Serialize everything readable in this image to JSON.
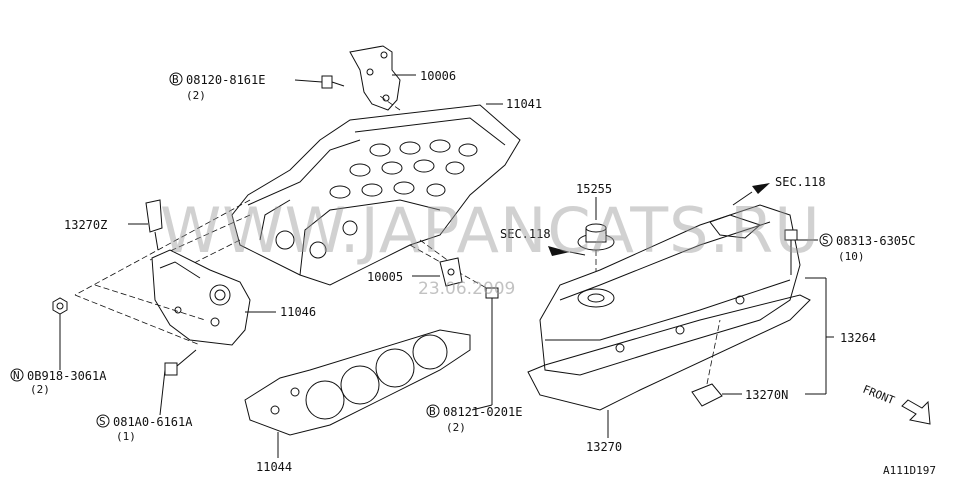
{
  "watermark": {
    "text": "WWW.JAPANCATS.RU",
    "date": "23.06.2009"
  },
  "parts": {
    "p10006": "10006",
    "p11041": "11041",
    "p13270z": "13270Z",
    "p10005": "10005",
    "p11046": "11046",
    "p11044": "11044",
    "p15255": "15255",
    "p13264": "13264",
    "p13270n": "13270N",
    "p13270": "13270"
  },
  "fasteners": {
    "b1": {
      "prefix": "B",
      "code": "08120-8161E",
      "qty": "(2)"
    },
    "n1": {
      "prefix": "N",
      "code": "0B918-3061A",
      "qty": "(2)"
    },
    "s1": {
      "prefix": "S",
      "code": "081A0-6161A",
      "qty": "(1)"
    },
    "b2": {
      "prefix": "B",
      "code": "08121-0201E",
      "qty": "(2)"
    },
    "s2": {
      "prefix": "S",
      "code": "08313-6305C",
      "qty": "(10)"
    }
  },
  "sections": {
    "sec_left": "SEC.118",
    "sec_right": "SEC.118"
  },
  "front": "FRONT",
  "drawing_id": "A111D197"
}
